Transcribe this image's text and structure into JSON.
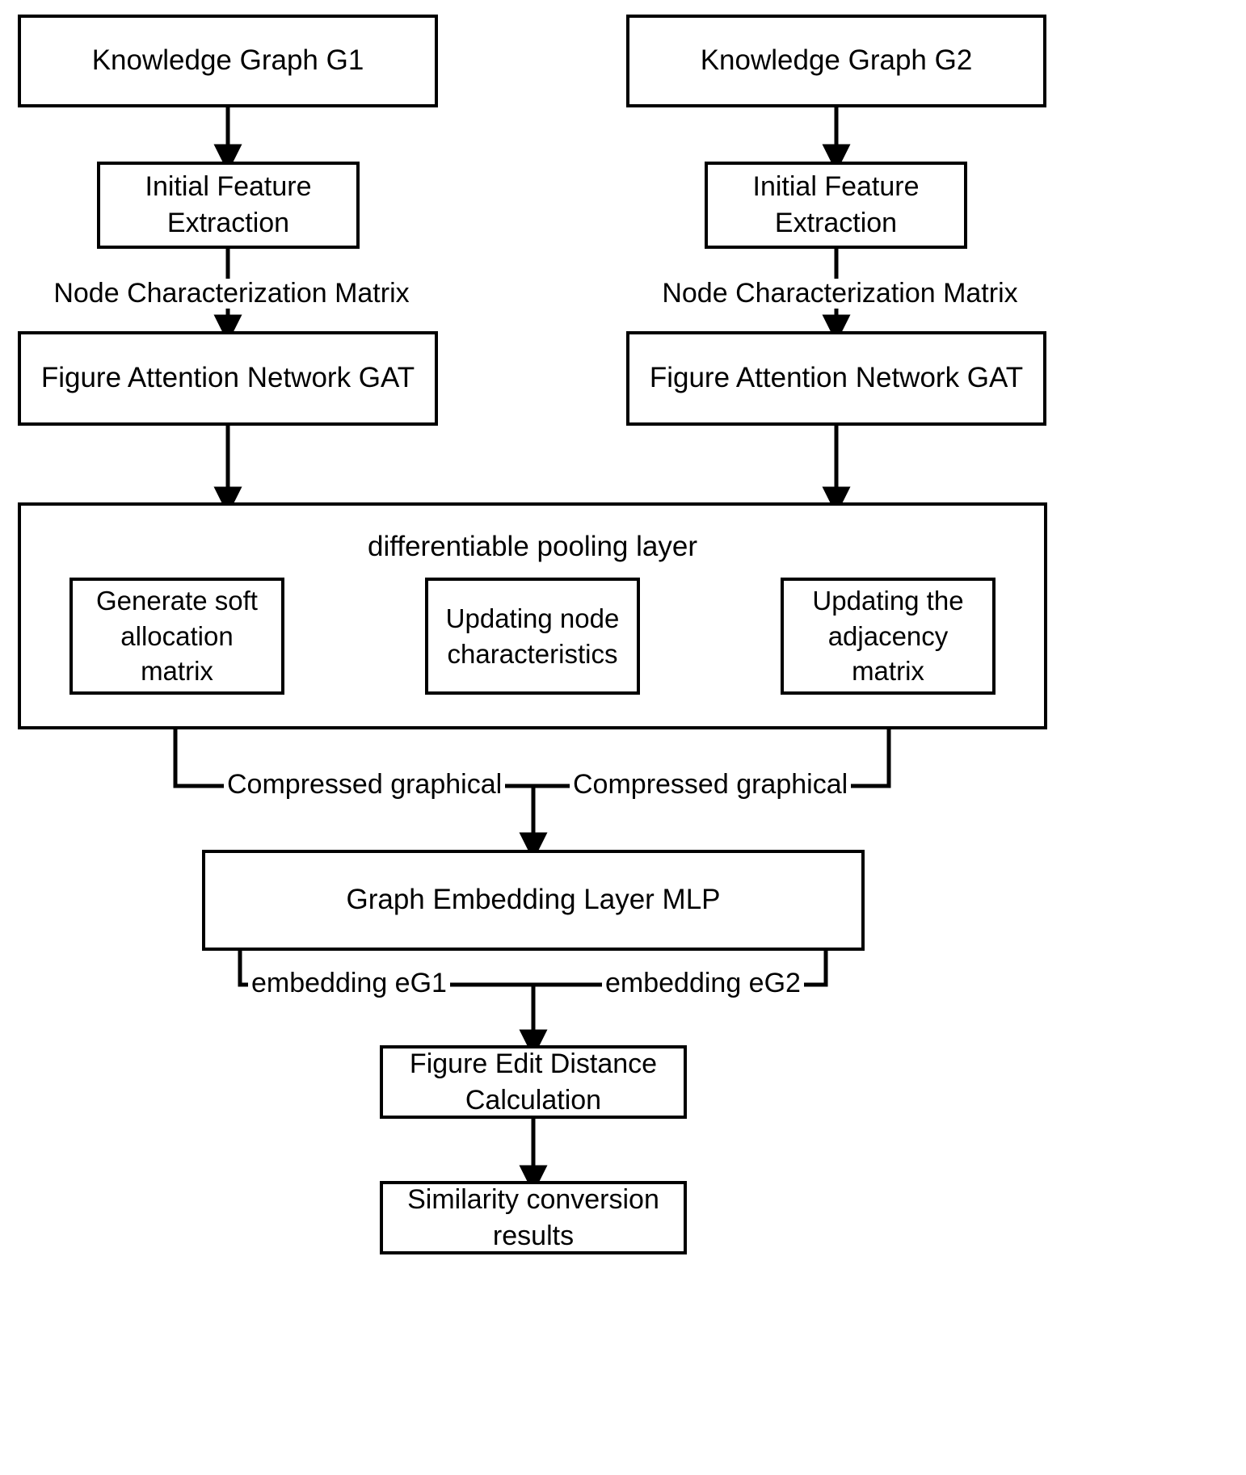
{
  "diagram": {
    "title": "Knowledge graph similarity computation pipeline",
    "stroke_color": "#000000",
    "background_color": "#ffffff",
    "nodes": {
      "kg1": "Knowledge Graph G1",
      "kg2": "Knowledge Graph G2",
      "ife1": "Initial Feature\nExtraction",
      "ife2": "Initial Feature\nExtraction",
      "gat1": "Figure Attention Network GAT",
      "gat2": "Figure Attention Network GAT",
      "pool_title": "differentiable pooling layer",
      "pool_box1": "Generate soft\nallocation\nmatrix",
      "pool_box2": "Updating node\ncharacteristics",
      "pool_box3": "Updating the\nadjacency\nmatrix",
      "mlp": "Graph Embedding Layer MLP",
      "ged": "Figure Edit Distance\nCalculation",
      "result": "Similarity conversion\nresults"
    },
    "edge_labels": {
      "ncm_left": "Node Characterization Matrix",
      "ncm_right": "Node Characterization Matrix",
      "compressed_left": "Compressed graphical",
      "compressed_right": "Compressed graphical",
      "embedding_left": "embedding  eG1",
      "embedding_right": "embedding  eG2"
    }
  }
}
